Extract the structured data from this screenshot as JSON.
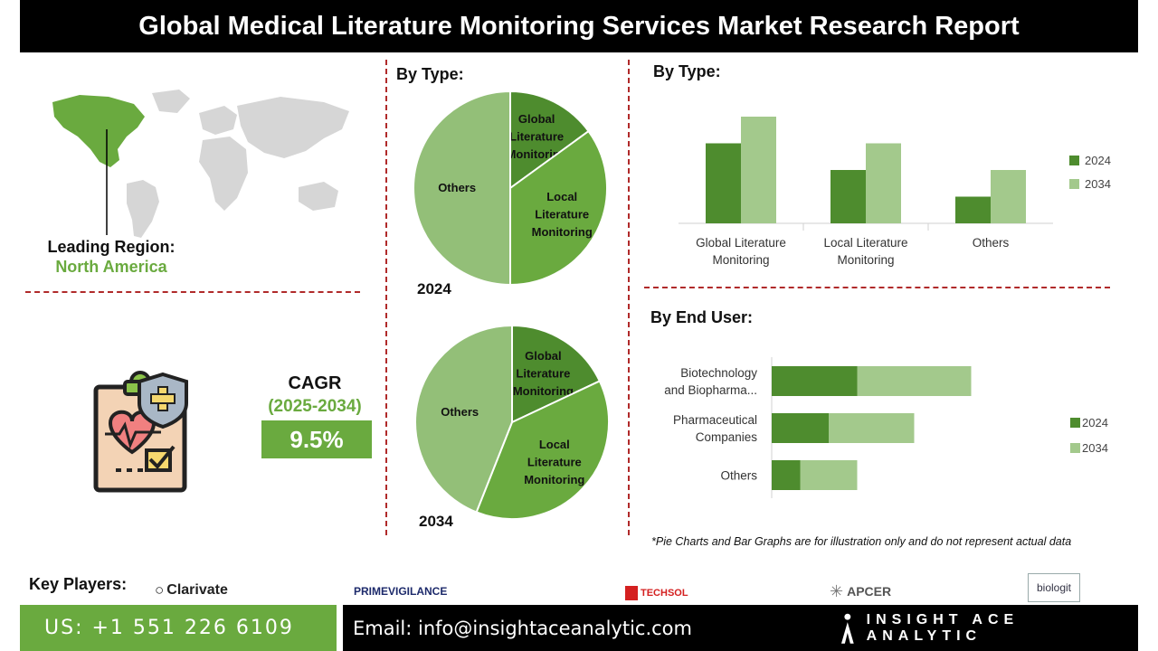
{
  "title": "Global Medical Literature Monitoring Services Market Research Report",
  "region": {
    "label": "Leading Region:",
    "value": "North America"
  },
  "cagr": {
    "label": "CAGR",
    "period": "(2025-2034)",
    "value": "9.5%"
  },
  "pies": {
    "section_title": "By Type:",
    "year_2024": "2024",
    "year_2034": "2034"
  },
  "bar_section": {
    "type_title": "By Type:",
    "enduser_title": "By End User:"
  },
  "footnote": "*Pie Charts and Bar Graphs are for illustration only and do not represent actual data",
  "key_players": {
    "label": "Key Players:",
    "logos": [
      "Clarivate",
      "PRIMEVIGILANCE",
      "TECHSOL",
      "APCER",
      "biologit"
    ]
  },
  "contact": {
    "phone": "US: +1 551 226 6109",
    "email": "Email: info@insightaceanalytic.com",
    "brand": "INSIGHT ACE ANALYTIC"
  },
  "colors": {
    "dark_green": "#4e8c2e",
    "mid_green": "#6aaa3f",
    "light_green": "#a3c98c",
    "pie_light": "#93bf78",
    "accent_red": "#b02a2a"
  },
  "chart_data": [
    {
      "type": "pie",
      "year": "2024",
      "labels": [
        "Global Literature Monitoring",
        "Local Literature Monitoring",
        "Others"
      ],
      "values": [
        15,
        35,
        50
      ]
    },
    {
      "type": "pie",
      "year": "2034",
      "labels": [
        "Global Literature Monitoring",
        "Local Literature Monitoring",
        "Others"
      ],
      "values": [
        18,
        38,
        44
      ]
    },
    {
      "type": "bar",
      "title": "By Type:",
      "categories": [
        "Global Literature Monitoring",
        "Local Literature Monitoring",
        "Others"
      ],
      "series": [
        {
          "name": "2024",
          "values": [
            3.0,
            2.0,
            1.0
          ]
        },
        {
          "name": "2034",
          "values": [
            4.0,
            3.0,
            2.0
          ]
        }
      ]
    },
    {
      "type": "bar",
      "orientation": "horizontal",
      "stacked": true,
      "title": "By End User:",
      "categories": [
        "Biotechnology and Biopharma...",
        "Pharmaceutical Companies",
        "Others"
      ],
      "series": [
        {
          "name": "2024",
          "values": [
            3.0,
            2.0,
            1.0
          ]
        },
        {
          "name": "2034",
          "values": [
            4.0,
            3.0,
            2.0
          ]
        }
      ]
    }
  ]
}
